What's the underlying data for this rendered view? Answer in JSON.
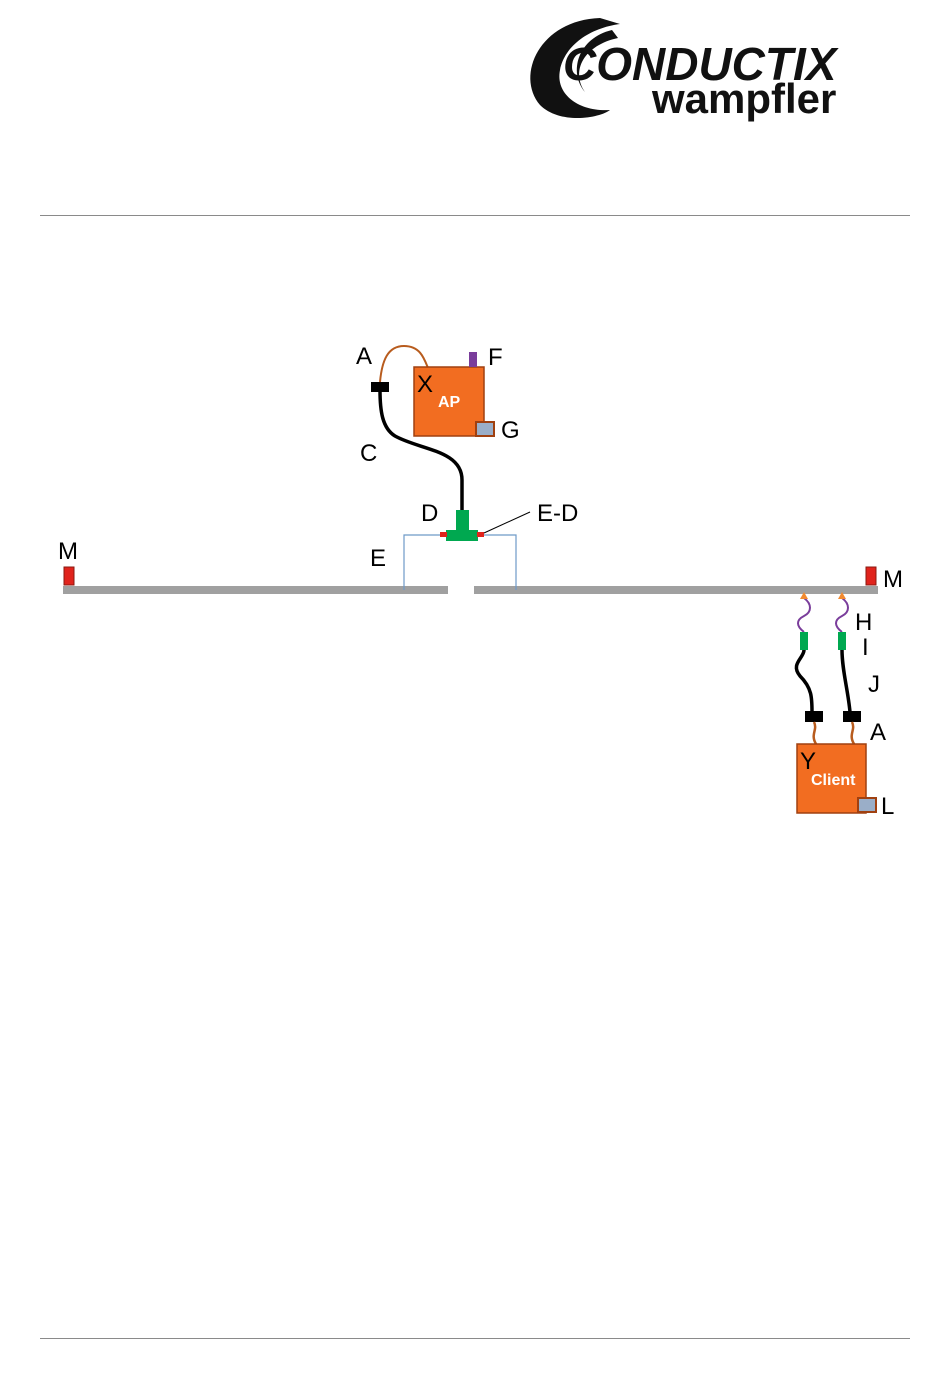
{
  "logo": {
    "brand": "CONDUCTIX",
    "sub": "wampfler"
  },
  "colors": {
    "rail": "#a0a0a0",
    "device": "#f26d21",
    "device_border": "#a04010",
    "connector": "#00a850",
    "black_connector": "#000000",
    "antenna_cable": "#b85c1e",
    "slot_cable": "#6e9ac8",
    "end_cap": "#e0231c",
    "purple": "#7a3d9b",
    "port": "#9aaec8"
  },
  "labels": {
    "A_top": "A",
    "F": "F",
    "X": "X",
    "AP": "AP",
    "G": "G",
    "C": "C",
    "D": "D",
    "E_D": "E-D",
    "E": "E",
    "M_left": "M",
    "M_right": "M",
    "H": "H",
    "I": "I",
    "J": "J",
    "A_bottom": "A",
    "Y": "Y",
    "Client": "Client",
    "L": "L"
  }
}
